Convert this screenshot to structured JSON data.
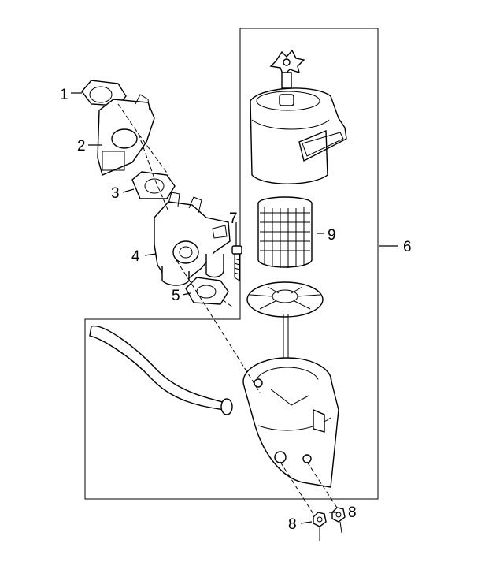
{
  "callouts": {
    "c1": "1",
    "c2": "2",
    "c3": "3",
    "c4": "4",
    "c5": "5",
    "c6": "6",
    "c7": "7",
    "c8a": "8",
    "c8b": "8",
    "c9": "9"
  }
}
